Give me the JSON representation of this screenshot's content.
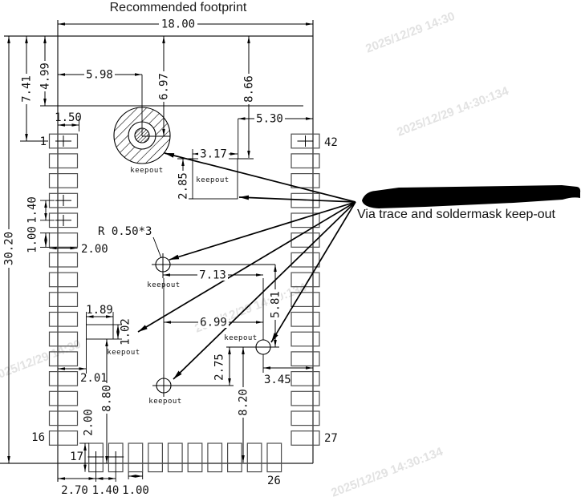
{
  "title": "Recommended footprint",
  "annotation": {
    "label": "Via trace and soldermask keep-out"
  },
  "keepout_label": "keepout",
  "radius_note": "R 0.50*3",
  "watermark": {
    "stamp1": "2025/12/29 14:30",
    "stamp2": "2025/12/29 14:30:134"
  },
  "pads": {
    "p1": "1",
    "p16": "16",
    "p17": "17",
    "p26": "26",
    "p27": "27",
    "p42": "42"
  },
  "dims": {
    "overall_width": "18.00",
    "overall_height": "30.20",
    "d741": "7.41",
    "d499": "4.99",
    "d598": "5.98",
    "d697": "6.97",
    "d866": "8.66",
    "d150": "1.50",
    "d530": "5.30",
    "d317": "3.17",
    "d285": "2.85",
    "d140l": "1.40",
    "d100l": "1.00",
    "d200l": "2.00",
    "d713": "7.13",
    "d581": "5.81",
    "d699": "6.99",
    "d275": "2.75",
    "d189": "1.89",
    "d102": "1.02",
    "d201": "2.01",
    "d880": "8.80",
    "d200b": "2.00",
    "d820": "8.20",
    "d345": "3.45",
    "d270": "2.70",
    "d140b": "1.40",
    "d100b": "1.00"
  }
}
